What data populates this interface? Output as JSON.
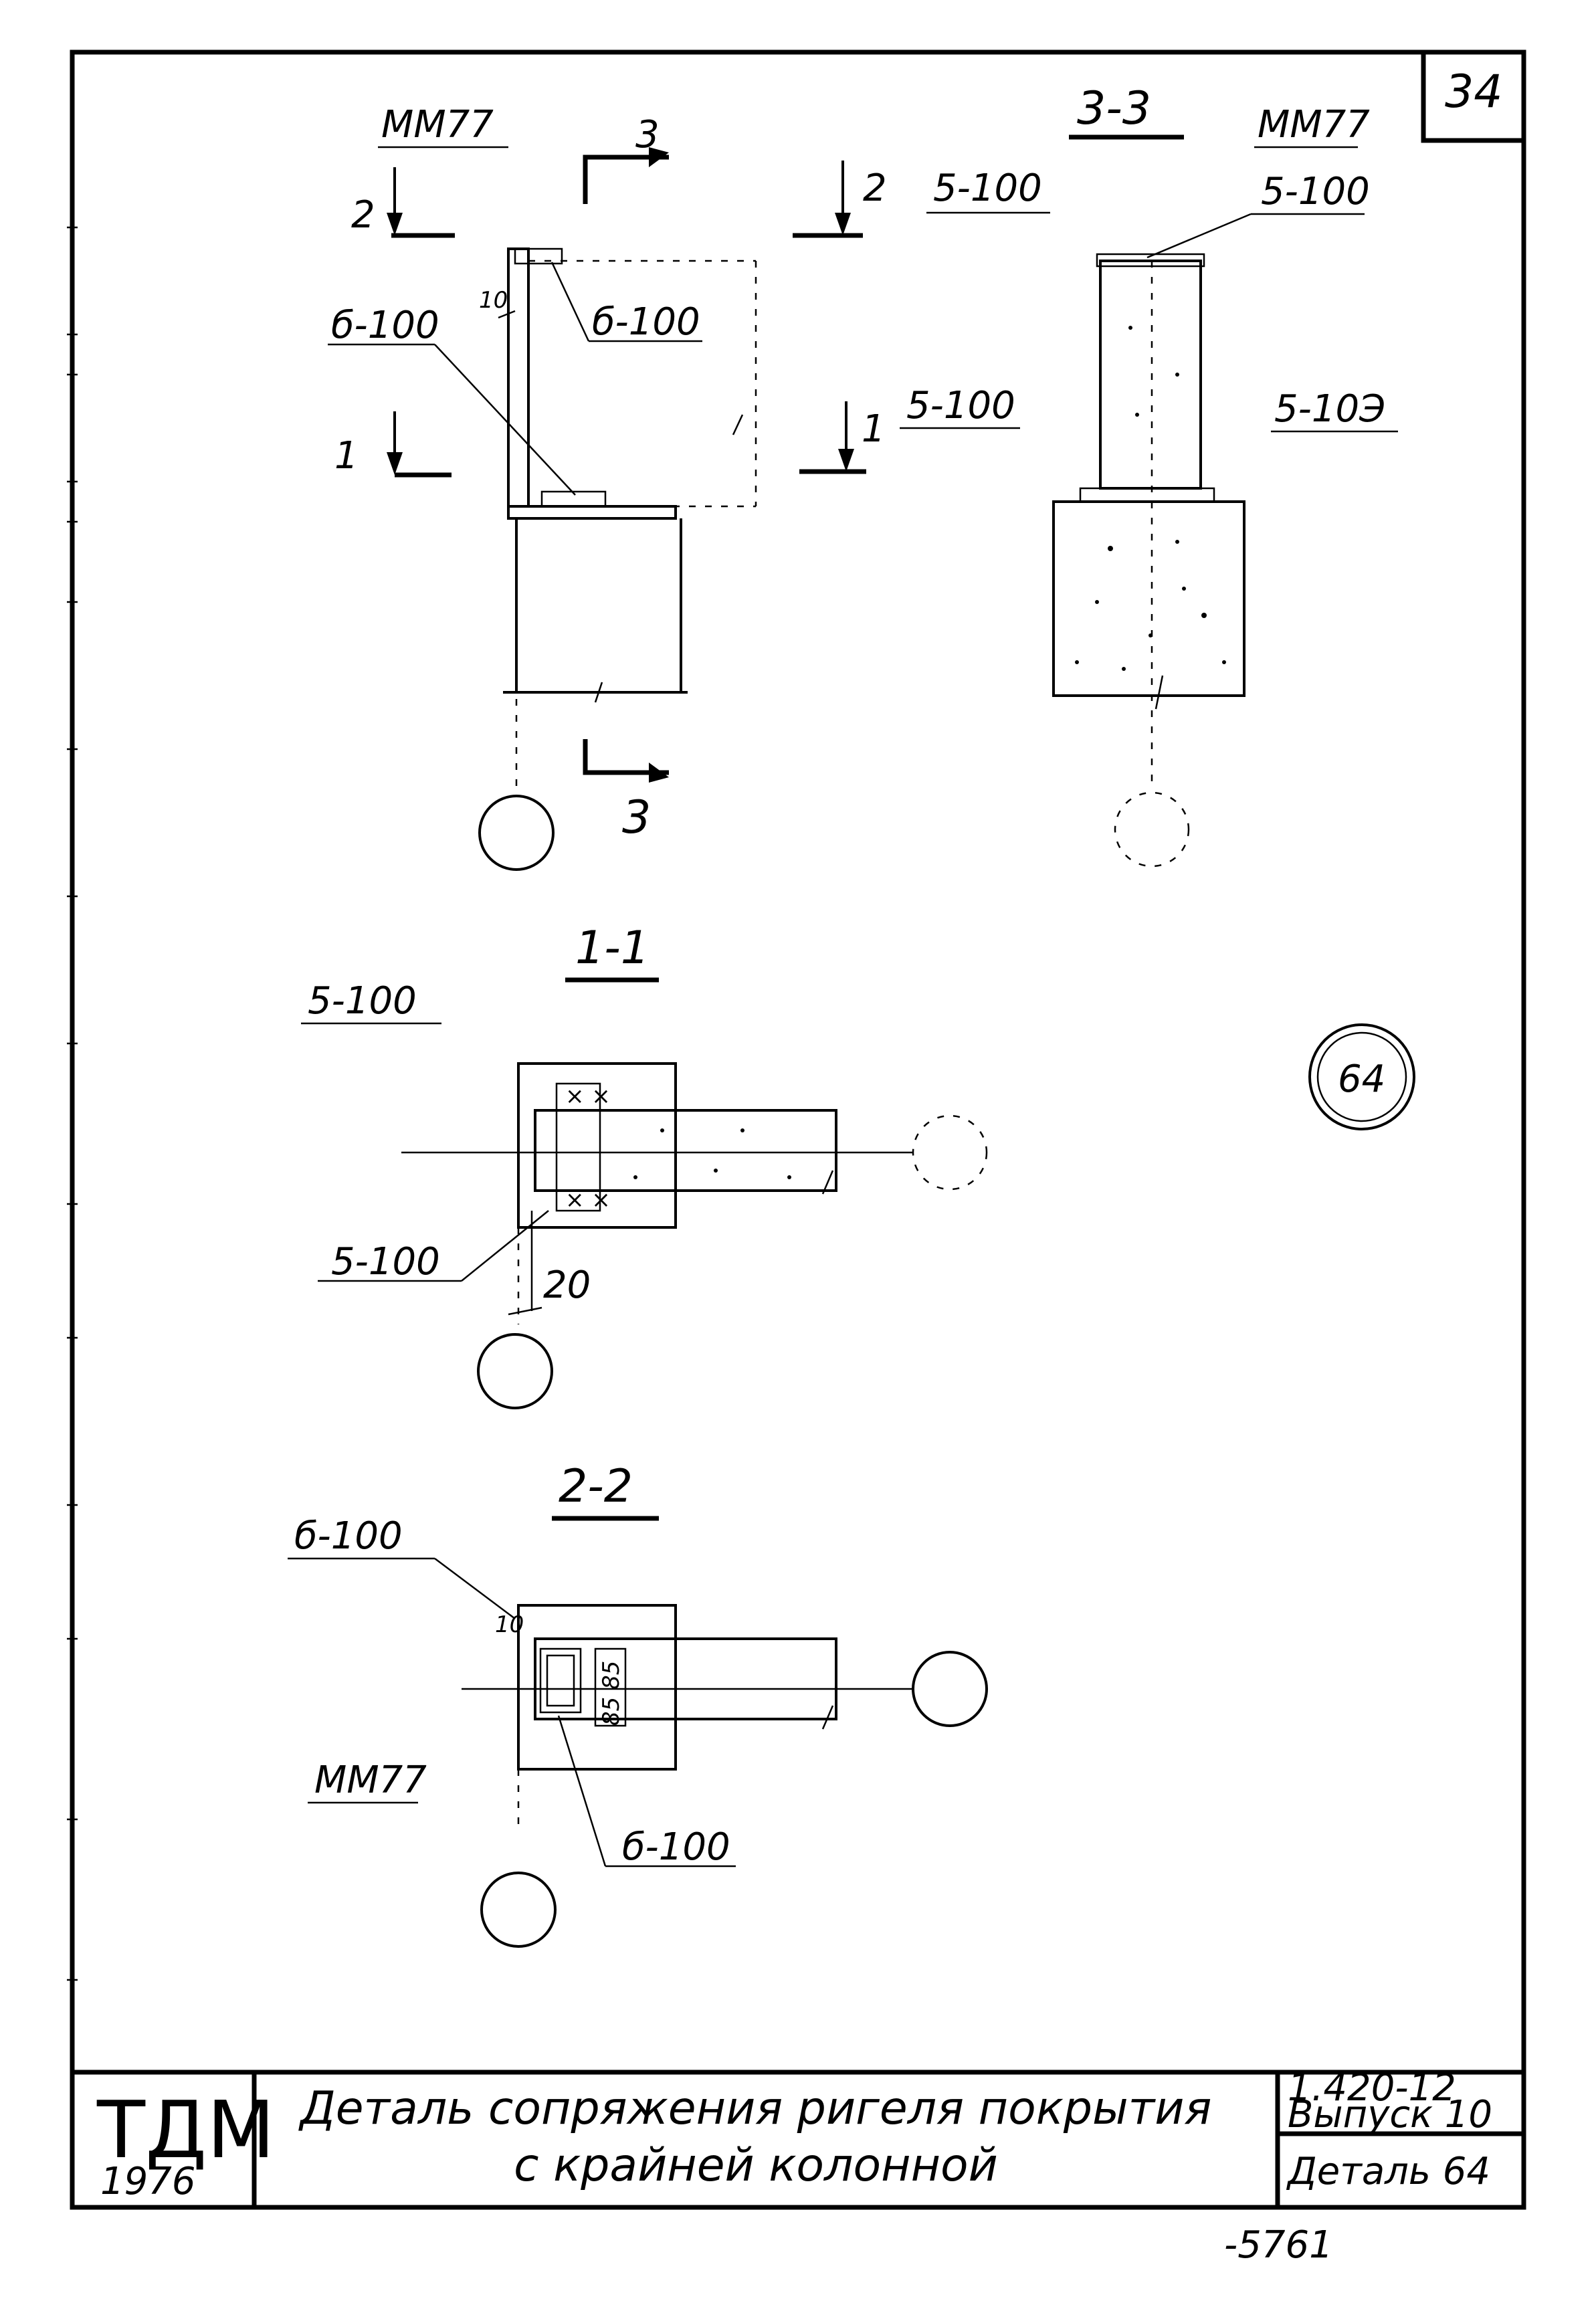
{
  "sheet": {
    "page_number": "34",
    "detail_badge": "64",
    "footer_number": "-5761"
  },
  "elevation_view": {
    "grade": "ММ77",
    "cut_3_mark_top": "3",
    "cut_3_mark_bottom": "3",
    "cut_2_left": "2",
    "cut_2_right": "2",
    "cut_1_left": "1",
    "cut_1_right": "1",
    "dim_10": "10",
    "weld_top": "б-100",
    "weld_left": "б-100",
    "weld_right_1": "5-100",
    "weld_right_2": "5-100"
  },
  "section_3_3": {
    "title": "3-3",
    "grade": "ММ77",
    "weld_top": "5-100",
    "weld_side": "5-10Э"
  },
  "section_1_1": {
    "title": "1-1",
    "weld_upper": "5-100",
    "weld_lower": "5-100",
    "dim_20": "20"
  },
  "section_2_2": {
    "title": "2-2",
    "weld_upper": "б-100",
    "weld_lower": "б-100",
    "grade": "ММ77",
    "dim_10": "10",
    "dim_85_85": "85 85"
  },
  "title_block": {
    "logo": "ТДМ",
    "year": "1976",
    "title_line_1": "Деталь сопряжения ригеля покрытия",
    "title_line_2": "с крайней колонной",
    "series": "1.420-12",
    "issue": "Выпуск 10",
    "detail": "Деталь 64"
  }
}
